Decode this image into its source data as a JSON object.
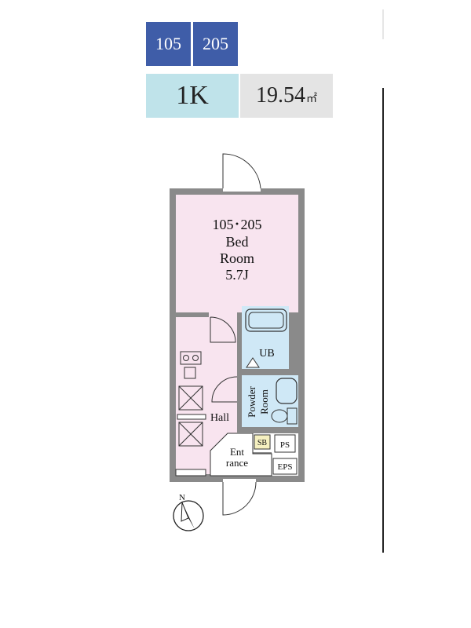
{
  "unit_tags": [
    "105",
    "205"
  ],
  "summary": {
    "type": "1K",
    "area": "19.54",
    "area_unit": "㎡"
  },
  "rooms": {
    "bedroom": {
      "unit_label": "105･205",
      "name_line1": "Bed",
      "name_line2": "Room",
      "size": "5.7J"
    },
    "bath": "UB",
    "powder_line1": "Powder",
    "powder_line2": "Room",
    "hall": "Hall",
    "entrance_line1": "Ent",
    "entrance_line2": "rance",
    "sb": "SB",
    "ps": "PS",
    "eps": "EPS"
  },
  "compass": {
    "label": "N"
  },
  "colors": {
    "tag_blue": "#3f5da8",
    "type_cyan": "#bfe3ea",
    "area_gray": "#e4e4e4",
    "room_pink": "#f8e4ef",
    "bath_blue": "#cfe8f6",
    "wall_gray": "#8a8a8a",
    "sb_yellow": "#f5f0c0"
  }
}
